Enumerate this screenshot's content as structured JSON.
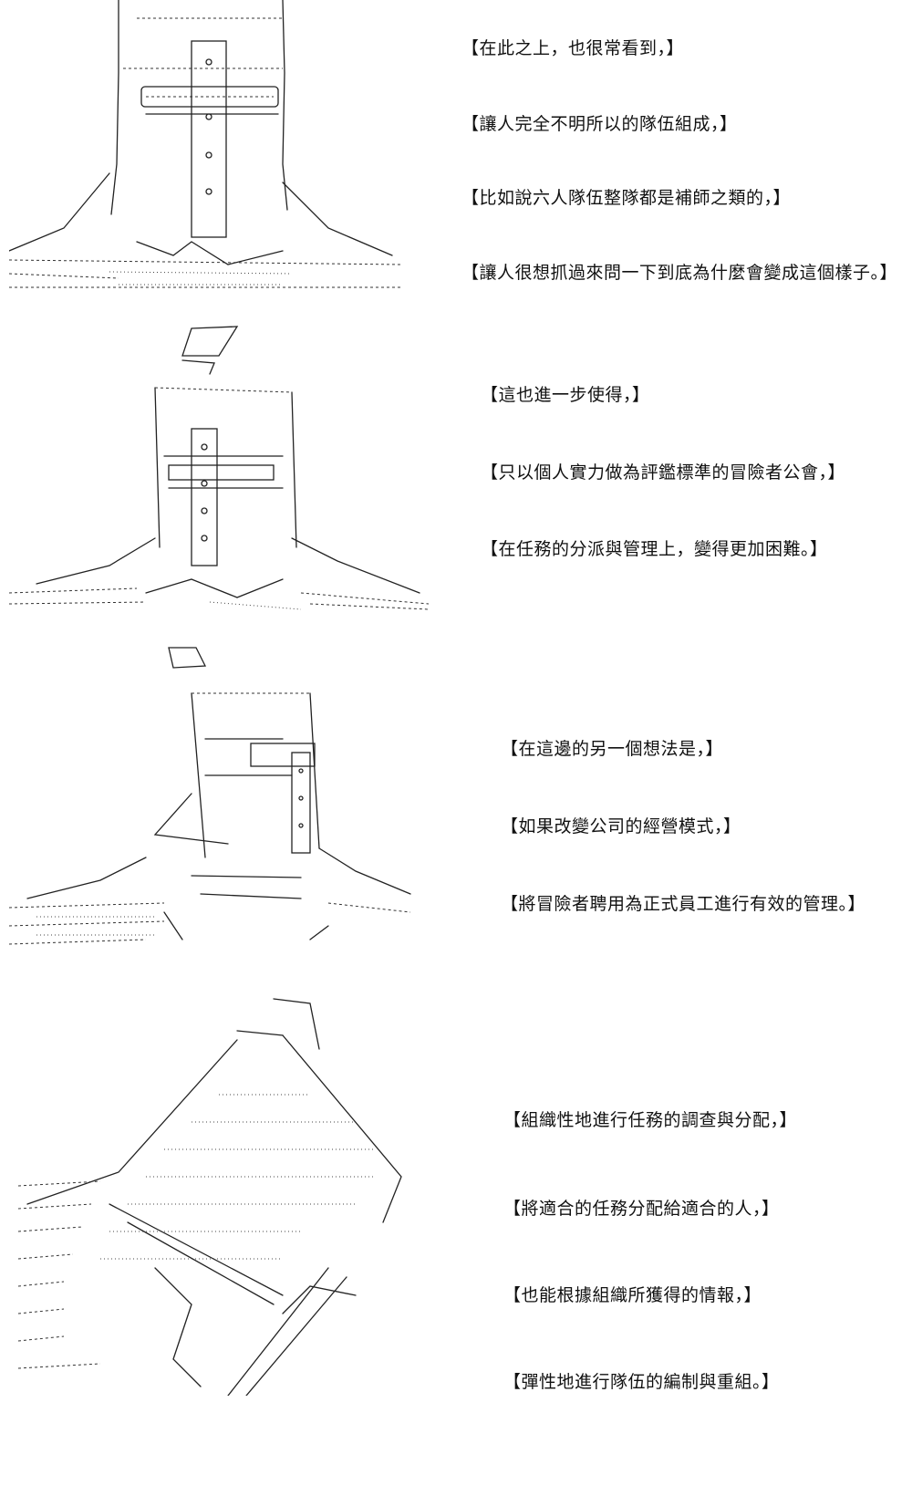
{
  "panels": [
    {
      "lines": [
        "【在此之上，也很常看到，】",
        "【讓人完全不明所以的隊伍組成，】",
        "【比如說六人隊伍整隊都是補師之類的，】",
        "【讓人很想抓過來問一下到底為什麼會變成這個樣子。】"
      ]
    },
    {
      "lines": [
        "【這也進一步使得，】",
        "【只以個人實力做為評鑑標準的冒險者公會，】",
        "【在任務的分派與管理上，變得更加困難。】"
      ]
    },
    {
      "lines": [
        "【在這邊的另一個想法是，】",
        "【如果改變公司的經營模式，】",
        "【將冒險者聘用為正式員工進行有效的管理。】"
      ]
    },
    {
      "lines": [
        "【組織性地進行任務的調查與分配，】",
        "【將適合的任務分配給適合的人，】",
        "【也能根據組織所獲得的情報，】",
        "【彈性地進行隊伍的編制與重組。】"
      ]
    }
  ]
}
